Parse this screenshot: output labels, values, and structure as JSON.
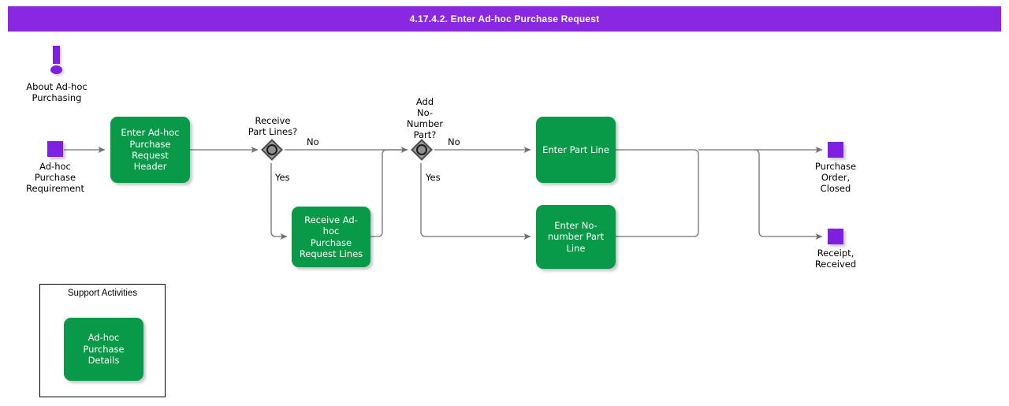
{
  "header": {
    "title": "4.17.4.2. Enter Ad-hoc Purchase Request",
    "bar_color": "#8A27E0"
  },
  "palette": {
    "activity_green": "#089949",
    "terminator_purple": "#7F1FE0",
    "decision_gray": "#808080",
    "connector_gray": "#707070",
    "frame_black": "#000000"
  },
  "note": {
    "icon": "exclamation-icon",
    "label": "About Ad-hoc\nPurchasing"
  },
  "terminators": [
    {
      "id": "start",
      "label": "Ad-hoc\nPurchase\nRequirement"
    },
    {
      "id": "end-po-closed",
      "label": "Purchase\nOrder,\nClosed"
    },
    {
      "id": "end-receipt",
      "label": "Receipt,\nReceived"
    }
  ],
  "activities": [
    {
      "id": "enter-header",
      "label": "Enter Ad-hoc\nPurchase\nRequest Header"
    },
    {
      "id": "receive-lines",
      "label": "Receive Ad-hoc\nPurchase\nRequest Lines"
    },
    {
      "id": "enter-part-line",
      "label": "Enter Part Line"
    },
    {
      "id": "enter-no-number-part-line",
      "label": "Enter No-\nnumber Part\nLine"
    },
    {
      "id": "ad-hoc-purchase-details",
      "label": "Ad-hoc Purchase\nDetails"
    }
  ],
  "decisions": [
    {
      "id": "receive-part-lines",
      "label": "Receive\nPart Lines?",
      "branches": [
        "No",
        "Yes"
      ]
    },
    {
      "id": "add-no-number-part",
      "label": "Add\nNo-\nNumber\nPart?",
      "branches": [
        "No",
        "Yes"
      ]
    }
  ],
  "edge_labels": {
    "d1_no": "No",
    "d1_yes": "Yes",
    "d2_no": "No",
    "d2_yes": "Yes"
  },
  "support": {
    "title": "Support Activities"
  }
}
